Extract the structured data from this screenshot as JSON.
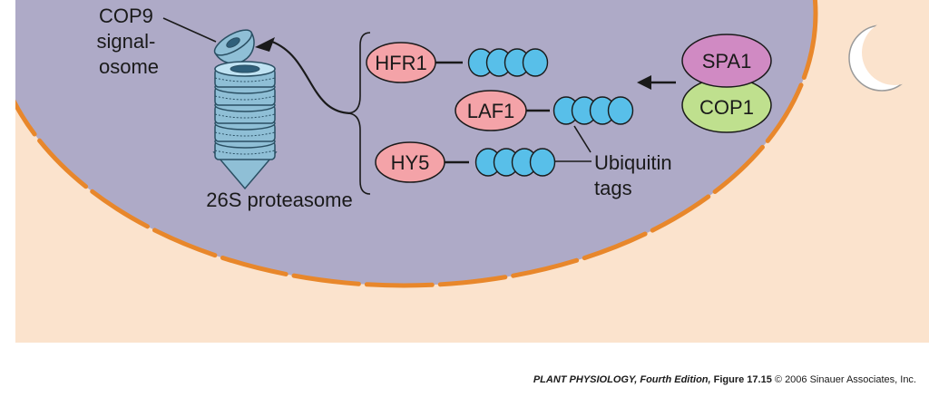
{
  "colors": {
    "cytoplasm": "#fbe3cd",
    "nucleus": "#aeaac7",
    "envelope": "#e8872b",
    "red_protein": "#f4a3a8",
    "spa1": "#d08ac3",
    "cop1": "#bfe08e",
    "ubiquitin": "#58bfe9",
    "proteasome": "#8fbfd6",
    "moon": "#ffffff"
  },
  "labels": {
    "signalosome": [
      "COP9",
      "signal-",
      "osome"
    ],
    "proteasome": "26S proteasome",
    "ubiquitin": [
      "Ubiquitin",
      "tags"
    ]
  },
  "proteins": {
    "hfr1": "HFR1",
    "laf1": "LAF1",
    "hy5": "HY5",
    "spa1": "SPA1",
    "cop1": "COP1"
  },
  "icons": {
    "moon": "crescent-moon-icon",
    "signalosome": "cop9-signalosome-icon",
    "proteasome": "26s-proteasome-icon"
  },
  "credit": {
    "book": "PLANT PHYSIOLOGY, Fourth Edition,",
    "figure": "Figure 17.15",
    "copyright": "© 2006 Sinauer Associates, Inc."
  }
}
